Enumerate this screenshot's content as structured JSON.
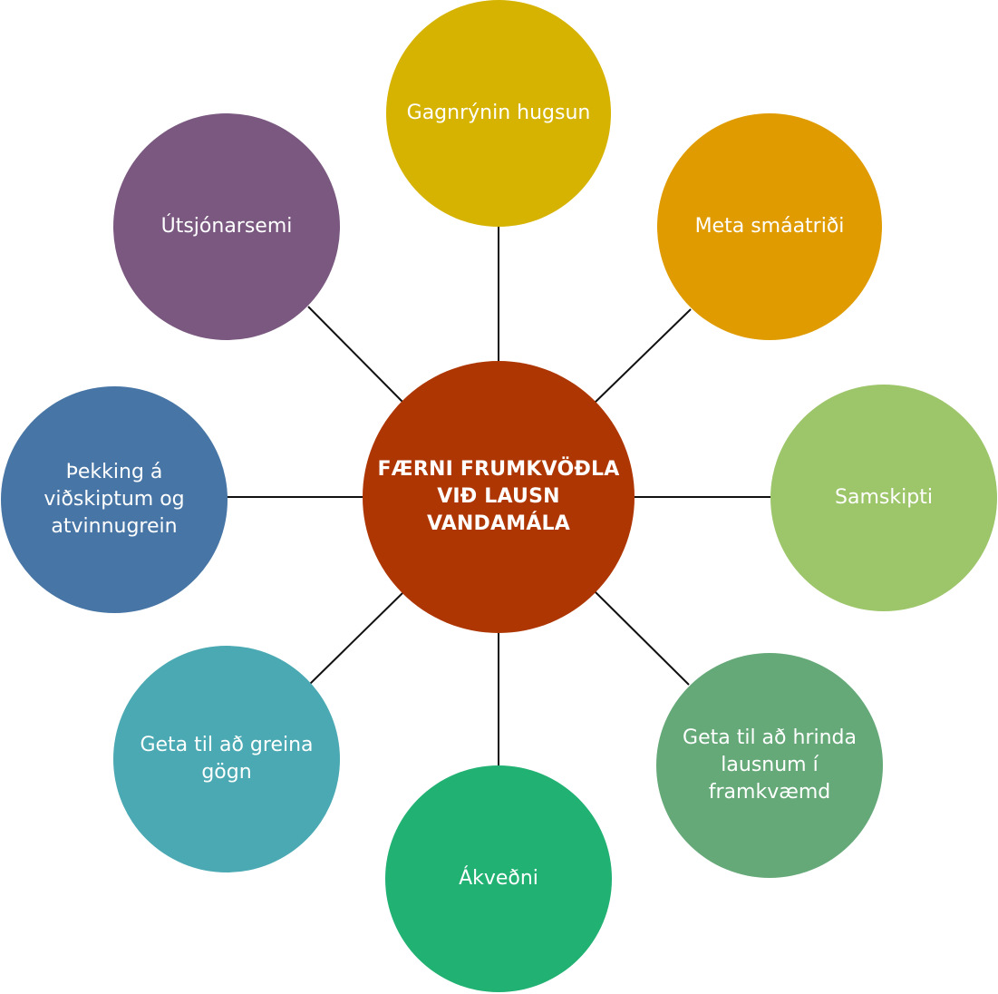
{
  "center": {
    "label": "FÆRNI FRUMKVÖÐLA\nVIÐ LAUSN\nVANDAMÁLA",
    "color": "#ae3603"
  },
  "nodes": [
    {
      "id": "critical-thinking",
      "label": "Gagnrýnin hugsun",
      "color": "#d6b300"
    },
    {
      "id": "detail-assessment",
      "label": "Meta smáatriði",
      "color": "#df9b00"
    },
    {
      "id": "communication",
      "label": "Samskipti",
      "color": "#9dc56a"
    },
    {
      "id": "implementation",
      "label": "Geta til að hrinda\nlausnum í\nframkvæmd",
      "color": "#65a978"
    },
    {
      "id": "determination",
      "label": "Ákveðni",
      "color": "#21b172"
    },
    {
      "id": "data-analysis",
      "label": "Geta til að greina\ngögn",
      "color": "#4aa9b2"
    },
    {
      "id": "business-knowledge",
      "label": "Þekking á\nviðskiptum og\natvinnugrein",
      "color": "#4775a5"
    },
    {
      "id": "resourcefulness",
      "label": "Útsjónarsemi",
      "color": "#7a5880"
    }
  ]
}
